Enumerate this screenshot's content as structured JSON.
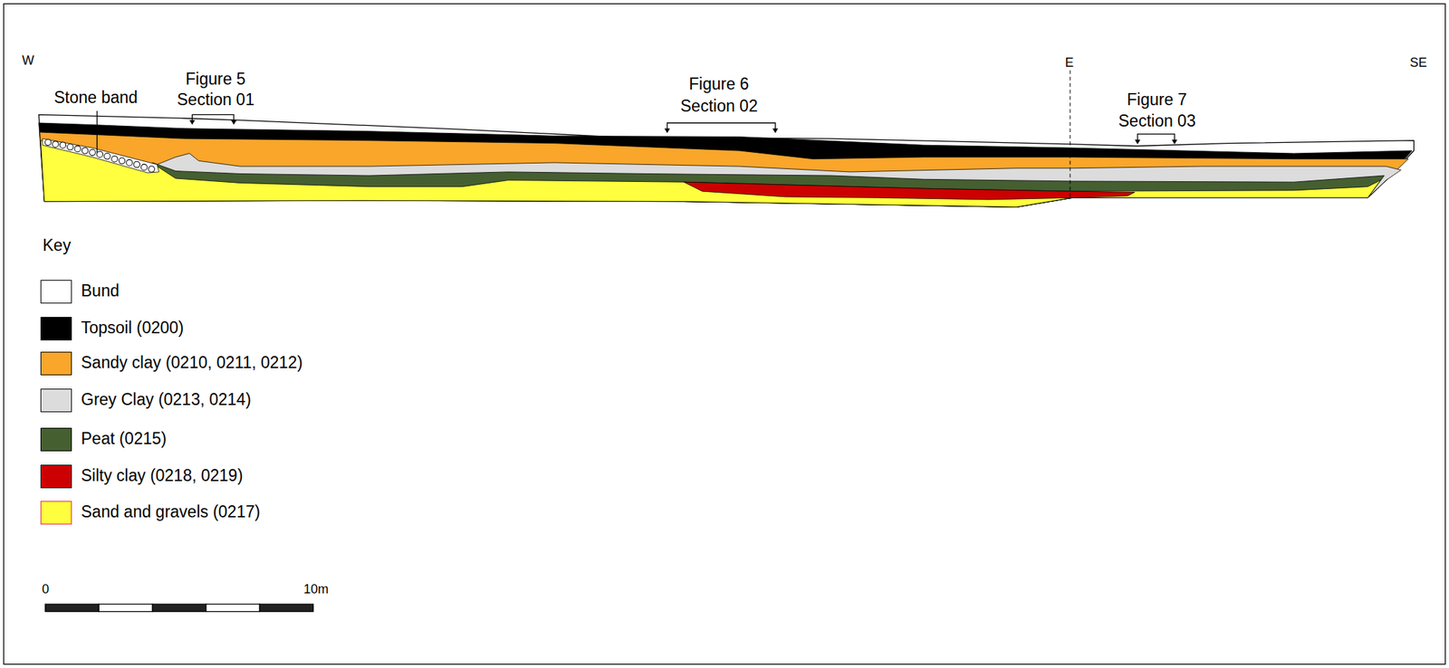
{
  "diagram": {
    "labels": [
      "W",
      "SE",
      "Stone band",
      "Figure 5",
      "Section 01",
      "Figure 6",
      "Section 02",
      "E",
      "Figure 7",
      "Section 03",
      "Key",
      "0",
      "10m"
    ],
    "legend": [
      {
        "text": "Bund",
        "color": "#ffffff"
      },
      {
        "text": "Topsoil (0200)",
        "color": "#000000"
      },
      {
        "text": "Sandy clay (0210, 0211, 0212)",
        "color": "#f9a62b"
      },
      {
        "text": "Grey Clay (0213, 0214)",
        "color": "#dcdcdc"
      },
      {
        "text": "Peat (0215)",
        "color": "#455f31"
      },
      {
        "text": "Silty clay (0218, 0219)",
        "color": "#cc0000"
      },
      {
        "text": "Sand and gravels (0217)",
        "color": "#ffff3f"
      }
    ]
  }
}
